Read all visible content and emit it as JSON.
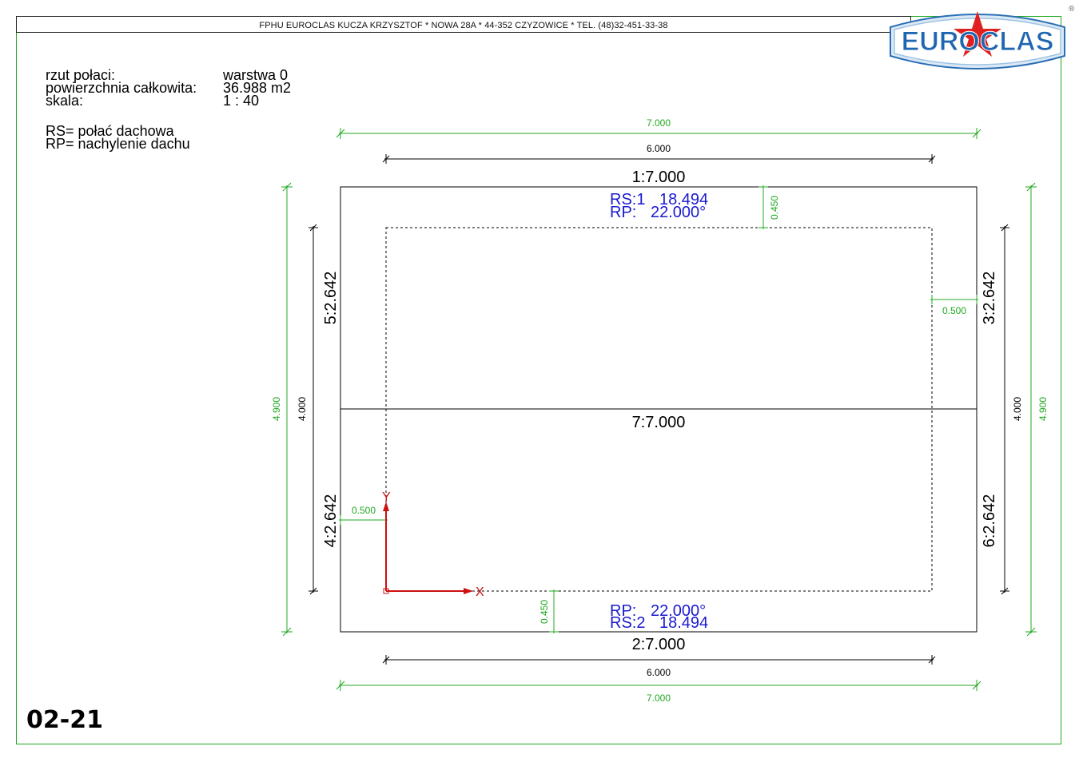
{
  "header": {
    "company": "FPHU EUROCLAS KUCZA KRZYSZTOF * NOWA 28A * 44-352 CZYZOWICE * TEL. (48)32-451-33-38"
  },
  "logo": {
    "text": "EUROCLAS",
    "reg_mark": "®"
  },
  "info": {
    "rzut_label": "rzut połaci:",
    "rzut_value": "warstwa 0",
    "area_label": "powierzchnia całkowita:",
    "area_value": "36.988 m2",
    "scale_label": "skala:",
    "scale_value": "1 : 40",
    "legend_rs": "RS= połać dachowa",
    "legend_rp": "RP= nachylenie dachu"
  },
  "drawing_code": "02-21",
  "dims": {
    "top_outer": "7.000",
    "top_inner": "6.000",
    "bottom_inner": "6.000",
    "bottom_outer": "7.000",
    "left_outer": "4.900",
    "left_inner": "4.000",
    "right_inner": "4.000",
    "right_outer": "4.900",
    "overhang_top": "0.450",
    "overhang_bottom": "0.450",
    "overhang_left": "0.500",
    "overhang_right": "0.500"
  },
  "edges": {
    "e1": "1:7.000",
    "e2": "2:7.000",
    "e3": "3:2.642",
    "e4": "4:2.642",
    "e5": "5:2.642",
    "e6": "6:2.642",
    "e7": "7:7.000"
  },
  "slopes": {
    "rs1_label": "RS:1",
    "rs1_area": "18.494",
    "rp1_label": "RP:",
    "rp1_angle": "22.000°",
    "rs2_label": "RS:2",
    "rs2_area": "18.494",
    "rp2_label": "RP:",
    "rp2_angle": "22.000°"
  },
  "axes": {
    "x": "X",
    "y": "Y"
  },
  "colors": {
    "dimension": "#21a821",
    "slope_text": "#1a1ad0",
    "axis": "#cc1111",
    "frame": "#21a821"
  }
}
